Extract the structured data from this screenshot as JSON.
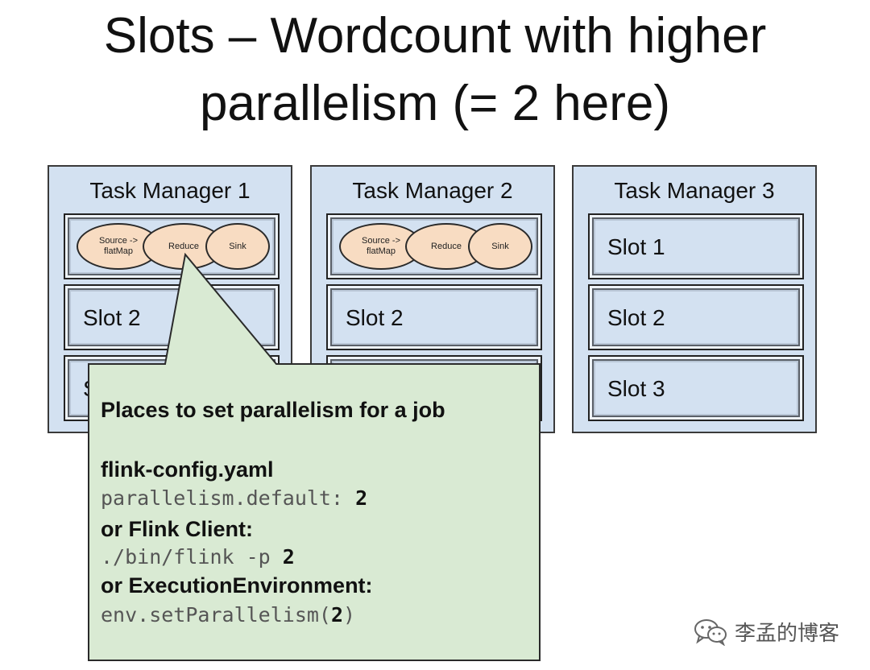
{
  "title": {
    "line1": "Slots – Wordcount with higher",
    "line2": "parallelism (= 2 here)"
  },
  "task_managers": [
    {
      "name": "Task Manager 1",
      "slot1_operators": {
        "source": "Source ->\nflatMap",
        "reduce": "Reduce",
        "sink": "Sink"
      },
      "slot2": "Slot 2",
      "slot3_partial": "S"
    },
    {
      "name": "Task Manager 2",
      "slot1_operators": {
        "source": "Source ->\nflatMap",
        "reduce": "Reduce",
        "sink": "Sink"
      },
      "slot2": "Slot 2"
    },
    {
      "name": "Task Manager 3",
      "slot1": "Slot 1",
      "slot2": "Slot 2",
      "slot3": "Slot 3"
    }
  ],
  "callout": {
    "heading": "Places to set parallelism for a job",
    "config_label": "flink-config.yaml",
    "config_code": "parallelism.default: ",
    "config_value": "2",
    "client_label": "or Flink Client:",
    "client_code": "./bin/flink -p ",
    "client_value": "2",
    "env_label": "or ExecutionEnvironment:",
    "env_code_prefix": "env.setParallelism(",
    "env_value": "2",
    "env_code_suffix": ")"
  },
  "watermark": {
    "text": "李孟的博客",
    "icon": "wechat-icon"
  },
  "colors": {
    "task_manager_fill": "#d3e1f1",
    "operator_fill": "#f8dcc2",
    "callout_fill": "#d9ead3"
  }
}
